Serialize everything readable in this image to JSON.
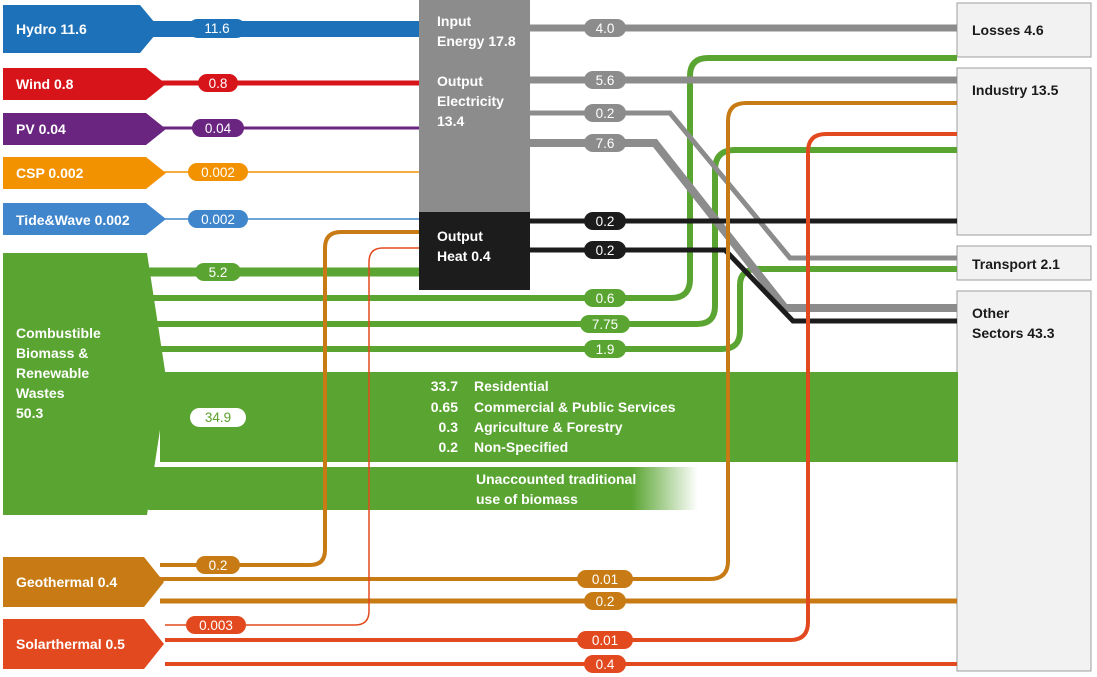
{
  "colors": {
    "hydro": "#1d71b8",
    "wind": "#d7141a",
    "pv": "#6a2580",
    "csp": "#f39200",
    "tide": "#3f86cc",
    "biomass": "#5aa532",
    "geothermal": "#c87b14",
    "solarthermal": "#e3491e",
    "electricity": "#8c8c8c",
    "heat": "#1c1c1c",
    "sink_fill": "#f2f2f2"
  },
  "sources": {
    "hydro": "Hydro 11.6",
    "wind": "Wind 0.8",
    "pv": "PV 0.04",
    "csp": "CSP 0.002",
    "tide": "Tide&Wave 0.002",
    "biomass": [
      "Combustible",
      "Biomass &",
      "Renewable",
      "Wastes",
      "50.3"
    ],
    "geothermal": "Geothermal 0.4",
    "solarthermal": "Solarthermal 0.5"
  },
  "hub": {
    "input": [
      "Input",
      "Energy 17.8"
    ],
    "electricity": [
      "Output",
      "Electricity",
      "13.4"
    ],
    "heat": [
      "Output",
      "Heat 0.4"
    ]
  },
  "sinks": {
    "losses": "Losses 4.6",
    "industry": "Industry 13.5",
    "transport": "Transport 2.1",
    "other": [
      "Other",
      "Sectors 43.3"
    ]
  },
  "flows": {
    "hydro": "11.6",
    "wind": "0.8",
    "pv": "0.04",
    "csp": "0.002",
    "tide": "0.002",
    "bio_to_hub": "5.2",
    "bio_industry": "0.6",
    "bio_other": "7.75",
    "bio_transport": "1.9",
    "bio_direct": "34.9",
    "geo_hub": "0.2",
    "geo_industry": "0.01",
    "geo_other": "0.2",
    "sol_hub": "0.003",
    "sol_industry": "0.01",
    "sol_other": "0.4",
    "elec_losses": "4.0",
    "elec_industry": "5.6",
    "elec_transport": "0.2",
    "elec_other": "7.6",
    "heat_industry": "0.2",
    "heat_other": "0.2"
  },
  "residential": {
    "rows": [
      {
        "value": "33.7",
        "label": "Residential"
      },
      {
        "value": "0.65",
        "label": "Commercial & Public Services"
      },
      {
        "value": "0.3",
        "label": "Agriculture & Forestry"
      },
      {
        "value": "0.2",
        "label": "Non-Specified"
      }
    ],
    "traditional": [
      "Unaccounted traditional",
      "use of biomass"
    ]
  }
}
